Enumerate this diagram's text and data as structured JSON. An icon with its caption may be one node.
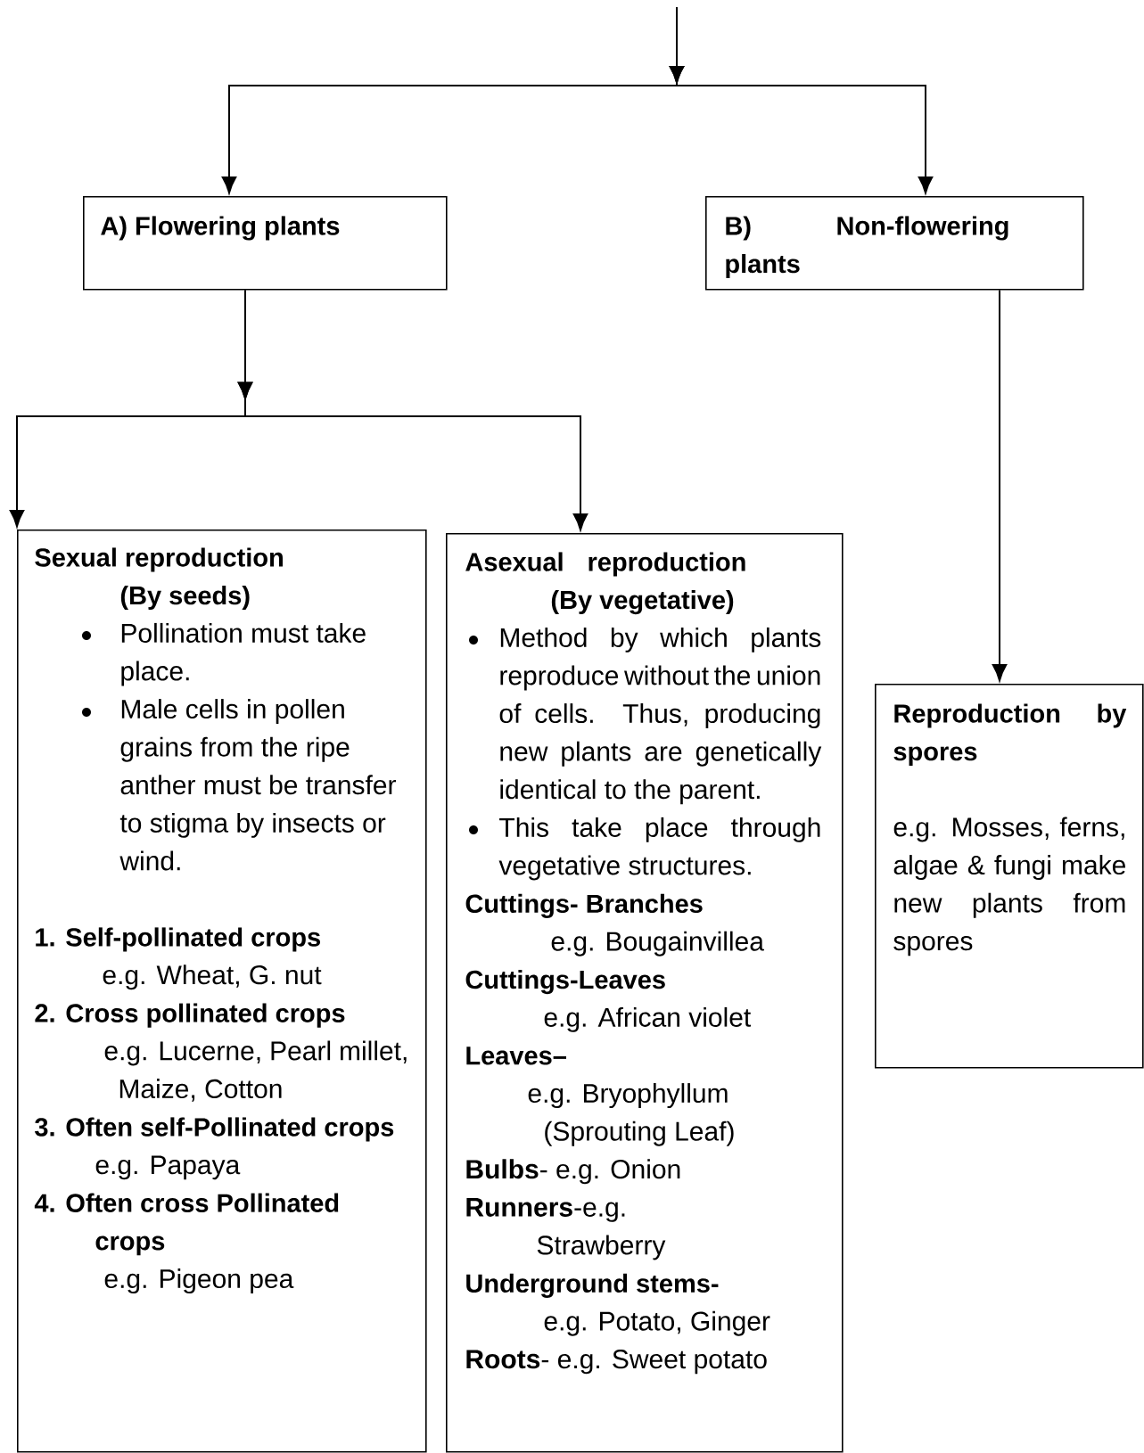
{
  "diagram": {
    "nodes": [
      {
        "text": [
          "A) Flowering plants"
        ]
      },
      {
        "text": [
          "B) Non-flowering plants"
        ]
      },
      {
        "text": [
          "Sexual reproduction (By seeds)",
          "Pollination must take place.",
          "Male cells in pollen grains from the ripe anther must be transfer to stigma by insects or wind.",
          "1. Self-pollinated crops",
          "e.g. Wheat, G. nut",
          "2. Cross pollinated crops",
          "e.g. Lucerne, Pearl millet, Maize, Cotton",
          "3. Often self-Pollinated crops",
          "e.g. Papaya",
          "4. Often cross Pollinated crops",
          "e.g. Pigeon pea"
        ]
      },
      {
        "text": [
          "Asexual reproduction (By vegetative)",
          "Method by which plants reproduce without the union of cells. Thus, producing new plants are genetically identical to the parent.",
          "This take place through vegetative structures.",
          "Cuttings- Branches",
          "e.g. Bougainvillea",
          "Cuttings-Leaves",
          "e.g. African violet",
          "Leaves–",
          "e.g. Bryophyllum (Sprouting Leaf)",
          "**Bulbs**- e.g. Onion",
          "**Runners**-e.g. Strawberry",
          "Underground stems-",
          "e.g. Potato, Ginger",
          "**Roots**- e.g. Sweet potato"
        ]
      },
      {
        "text": [
          "Reproduction by spores",
          "e.g. Mosses, ferns, algae & fungi make new plants from spores"
        ]
      }
    ],
    "edges": [
      {
        "from": null,
        "to": 0,
        "arrow": "to"
      },
      {
        "from": null,
        "to": 1,
        "arrow": "to"
      },
      {
        "from": 0,
        "to": 2,
        "arrow": "to"
      },
      {
        "from": 0,
        "to": 3,
        "arrow": "to"
      },
      {
        "from": 1,
        "to": 4,
        "arrow": "to"
      }
    ]
  }
}
